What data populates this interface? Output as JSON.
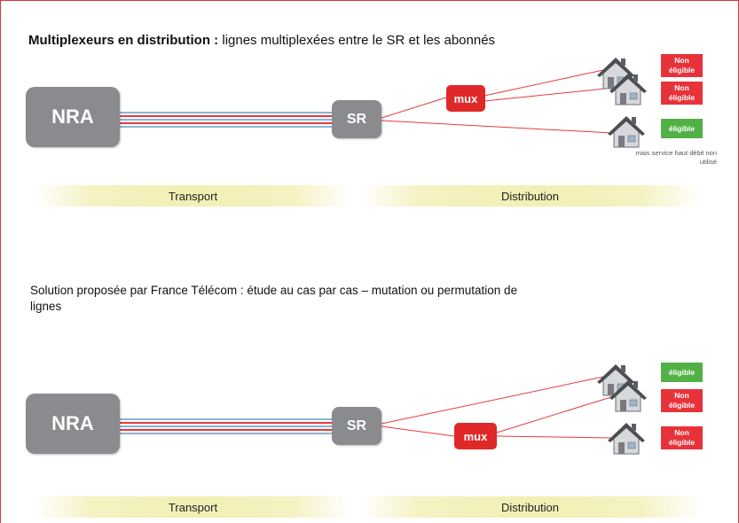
{
  "top": {
    "title_bold": "Multiplexeurs en distribution :",
    "title_rest": " lignes multiplexées entre le SR et les abonnés",
    "nra": "NRA",
    "sr": "SR",
    "mux": "mux",
    "badges": [
      {
        "text": "Non éligible",
        "status": "non-eligible"
      },
      {
        "text": "Non éligible",
        "status": "non-eligible"
      },
      {
        "text": "éligible",
        "status": "eligible"
      }
    ],
    "note": "mais service haut débit non utilisé",
    "band_transport": "Transport",
    "band_distribution": "Distribution"
  },
  "bottom": {
    "title": "Solution proposée par France Télécom : étude au cas par cas – mutation ou permutation de lignes",
    "nra": "NRA",
    "sr": "SR",
    "mux": "mux",
    "badges": [
      {
        "text": "éligible",
        "status": "eligible"
      },
      {
        "text": "Non éligible",
        "status": "non-eligible"
      },
      {
        "text": "Non éligible",
        "status": "non-eligible"
      }
    ],
    "band_transport": "Transport",
    "band_distribution": "Distribution"
  },
  "colors": {
    "frame": "#cf3b3b",
    "box_grey": "#8a8b8f",
    "mux_red": "#e02828",
    "line_red": "#e83a3a",
    "cable_blue": "#8fb3cf",
    "badge_red": "#e8323a",
    "badge_green": "#52b146"
  }
}
